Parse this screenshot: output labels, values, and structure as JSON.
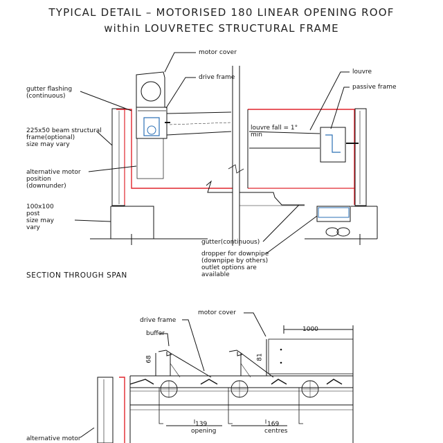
{
  "title": {
    "line1": "TYPICAL DETAIL –   MOTORISED 180 LINEAR OPENING ROOF",
    "line2": "within LOUVRETEC STRUCTURAL FRAME"
  },
  "section_label": "SECTION THROUGH SPAN",
  "labels": {
    "motor_cover_top": "motor cover",
    "drive_frame_top": "drive frame",
    "louvre": "louvre",
    "passive_frame": "passive frame",
    "gutter_flashing": "gutter flashing\n(continuous)",
    "beam": "225x50 beam structural\nframe(optional)\nsize may vary",
    "alt_motor_top": "alternative motor\nposition\n(downunder)",
    "post": "100x100\npost\nsize may\nvary",
    "louvre_fall": "louvre fall = 1°\nmin",
    "gutter": "gutter(continuous)",
    "dropper": "dropper for downpipe\n(downpipe by others)\noutlet options are\navailable",
    "drive_frame_bottom": "drive frame",
    "motor_cover_bottom": "motor cover",
    "buffer": "buffer",
    "dim_1000": "1000",
    "dim_68": "68",
    "dim_81": "81",
    "dim_139": "139",
    "opening": "opening",
    "dim_169": "169",
    "centres": "centres",
    "alt_motor_bottom": "alternative motor"
  },
  "colors": {
    "ink": "#111111",
    "frame_red": "#e0242c",
    "motor_blue": "#2a6fb5"
  }
}
